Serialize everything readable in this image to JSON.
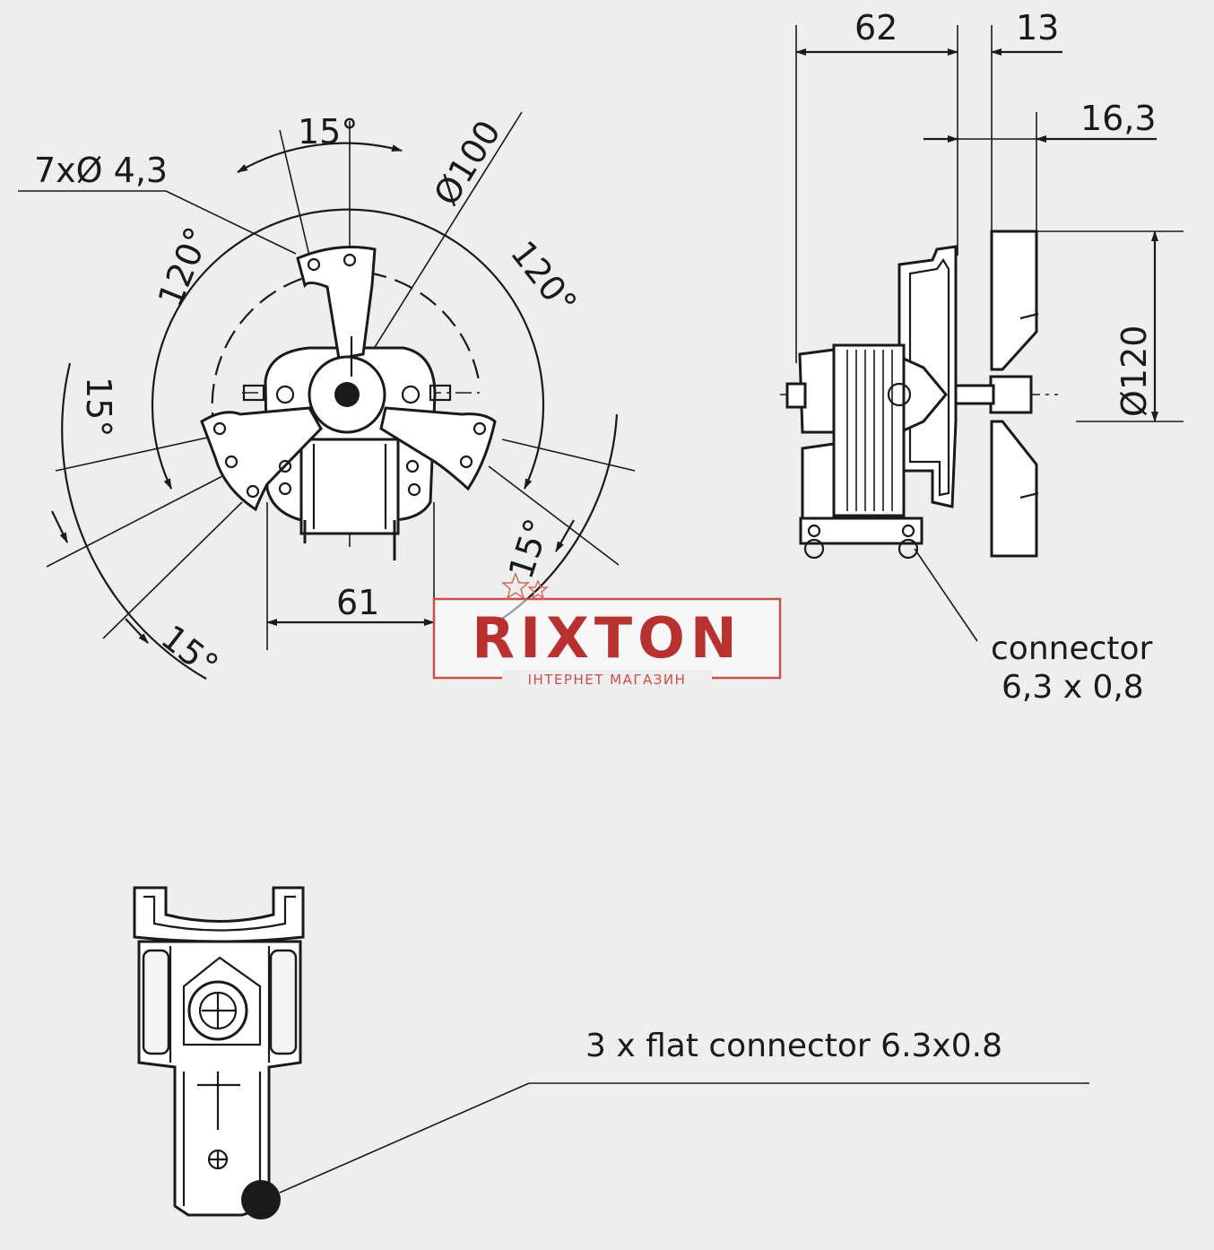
{
  "front_view": {
    "holes_label": "7xØ 4,3",
    "angle_top": "15°",
    "angle_left_120": "120°",
    "angle_right_120": "120°",
    "angle_left_15": "15°",
    "angle_bottom_left_15": "15°",
    "angle_bottom_right_15": "15°",
    "diameter": "Ø100",
    "width": "61"
  },
  "side_view": {
    "depth_62": "62",
    "depth_13": "13",
    "depth_16_3": "16,3",
    "fan_diameter": "Ø120",
    "connector_label_line1": "connector",
    "connector_label_line2": "6,3 x 0,8"
  },
  "rear_view": {
    "flat_connector_label": "3 x flat connector 6.3x0.8"
  },
  "watermark": {
    "brand": "RIXTON",
    "subtitle": "ІНТЕРНЕТ МАГАЗИН",
    "brand_color": "#b8312f",
    "subtitle_color": "#c8504a"
  }
}
